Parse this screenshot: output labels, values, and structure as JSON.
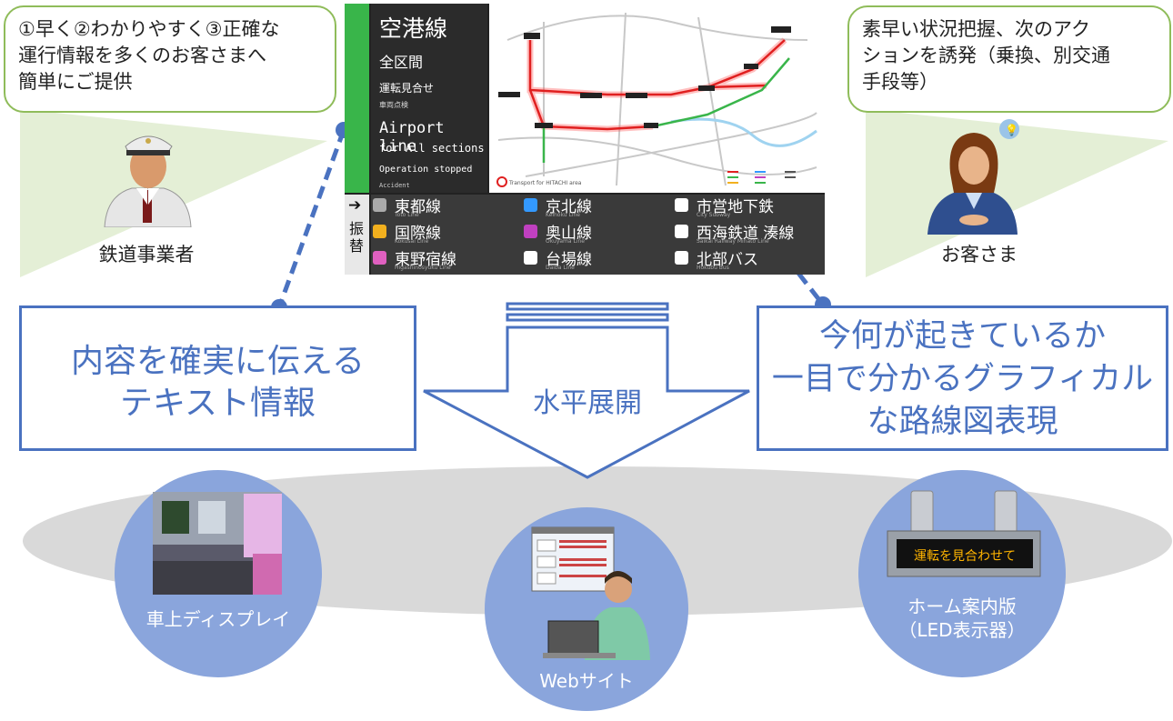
{
  "left_bubble": {
    "lines": [
      "①早く②わかりやすく③正確な",
      "運行情報を多くのお客さまへ",
      "簡単にご提供"
    ]
  },
  "right_bubble": {
    "lines": [
      "素早い状況把握、次のアク",
      "ションを誘発（乗換、別交通",
      "手段等）"
    ]
  },
  "left_person_label": "鉄道事業者",
  "right_person_label": "お客さま",
  "display": {
    "line_name_jp": "空港線",
    "section_jp": "全区間",
    "status_jp": "運転見合せ",
    "reason_jp": "車両点検",
    "line_name_en": "Airport line",
    "section_en": "for All sections",
    "status_en": "Operation stopped",
    "reason_en": "Accident",
    "map_credit": "Transport for HITACHI area",
    "transfer_label": "振替",
    "transfer_lines": [
      {
        "jp": "東都線",
        "en": "Toto Line",
        "color": "#aaaaaa"
      },
      {
        "jp": "京北線",
        "en": "Keihoku Line",
        "color": "#3399ff"
      },
      {
        "jp": "市営地下鉄",
        "en": "City Subway",
        "color": "#ffffff"
      },
      {
        "jp": "国際線",
        "en": "Kokusai Line",
        "color": "#f2b01e"
      },
      {
        "jp": "奥山線",
        "en": "Okuyama Line",
        "color": "#c040c0"
      },
      {
        "jp": "西海鉄道 湊線",
        "en": "Saikai Railway Minato Line",
        "color": "#ffffff"
      },
      {
        "jp": "東野宿線",
        "en": "Higashinosyuku Line",
        "color": "#e060c0"
      },
      {
        "jp": "台場線",
        "en": "Daiba Line",
        "color": "#ffffff"
      },
      {
        "jp": "北部バス",
        "en": "Hokubu Bus",
        "color": "#ffffff"
      }
    ]
  },
  "left_callout": {
    "lines": [
      "内容を確実に伝える",
      "テキスト情報"
    ]
  },
  "center_arrow_label": "水平展開",
  "right_callout": {
    "lines": [
      "今何が起きているか",
      "一目で分かるグラフィカル",
      "な路線図表現"
    ]
  },
  "targets": {
    "onboard": "車上ディスプレイ",
    "web": "Webサイト",
    "platform_line1": "ホーム案内版",
    "platform_line2": "（LED表示器）",
    "led_text": "運転を見合わせて"
  },
  "colors": {
    "accent_blue": "#4a72c0",
    "bubble_green": "#8fbc5a",
    "circle_blue": "#8aa5dc",
    "ellipse_gray": "#d9d9d9"
  }
}
